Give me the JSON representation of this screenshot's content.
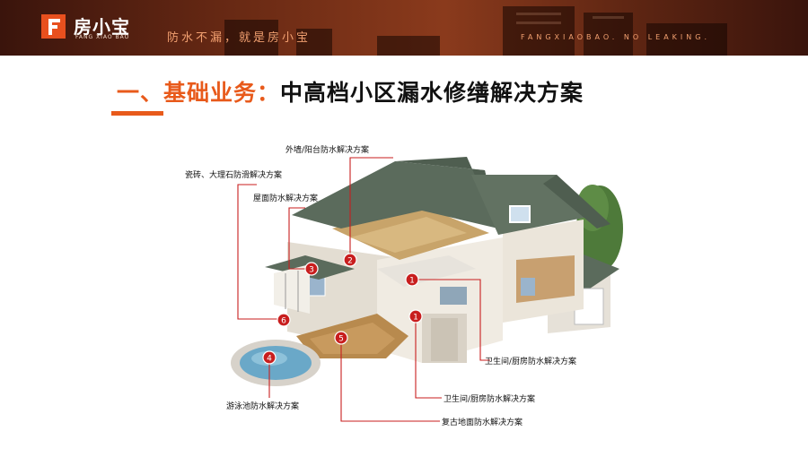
{
  "header": {
    "logo_text": "房小宝",
    "logo_sub": "FANG XIAO BAO",
    "slogan": "防水不漏，就是房小宝",
    "english": "FANGXIAOBAO. NO LEAKING."
  },
  "title": {
    "prefix": "一、基础业务：",
    "main": "中高档小区漏水修缮解决方案"
  },
  "callouts": [
    {
      "number": "2",
      "label": "外墙/阳台防水解决方案"
    },
    {
      "number": "6",
      "label": "瓷砖、大理石防滑解决方案"
    },
    {
      "number": "3",
      "label": "屋面防水解决方案"
    },
    {
      "number": "1",
      "label": "卫生间/厨房防水解决方案"
    },
    {
      "number": "1",
      "label": "卫生间/厨房防水解决方案"
    },
    {
      "number": "4",
      "label": "游泳池防水解决方案"
    },
    {
      "number": "5",
      "label": "复古地面防水解决方案"
    }
  ],
  "colors": {
    "accent": "#e85a1b",
    "marker": "#c81e1e",
    "roof": "#5b6b5c",
    "wall": "#e3ddd2"
  }
}
